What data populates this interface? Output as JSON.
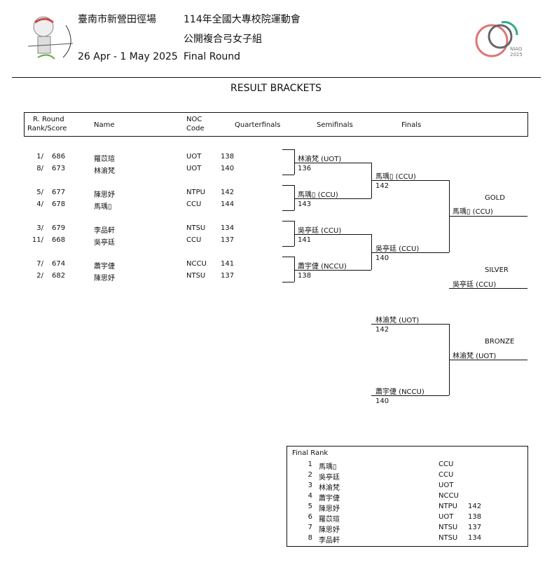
{
  "header": {
    "venue": "臺南市新營田徑場",
    "dates": "26 Apr - 1 May 2025",
    "event": "114年全國大專校院運動會",
    "division": "公開複合弓女子組",
    "round": "Final Round",
    "logo_text": [
      "NIAG",
      "2025"
    ]
  },
  "title": "RESULT BRACKETS",
  "columns": {
    "rank": "R. Round",
    "rank2": "Rank/Score",
    "name": "Name",
    "noc": "NOC",
    "noc2": "Code",
    "qf": "Quarterfinals",
    "sf": "Semifinals",
    "f": "Finals"
  },
  "seeds": [
    {
      "rank": "1/",
      "score": "686",
      "name": "羅苡瑄",
      "noc": "UOT",
      "qf": "138"
    },
    {
      "rank": "8/",
      "score": "673",
      "name": "林渝梵",
      "noc": "UOT",
      "qf": "140"
    },
    {
      "rank": "5/",
      "score": "677",
      "name": "陳思妤",
      "noc": "NTPU",
      "qf": "142"
    },
    {
      "rank": "4/",
      "score": "678",
      "name": "馬瑀▯",
      "noc": "CCU",
      "qf": "144"
    },
    {
      "rank": "3/",
      "score": "679",
      "name": "李品軒",
      "noc": "NTSU",
      "qf": "134"
    },
    {
      "rank": "11/",
      "score": "668",
      "name": "吳亭廷",
      "noc": "CCU",
      "qf": "137"
    },
    {
      "rank": "7/",
      "score": "674",
      "name": "蕭宇倢",
      "noc": "NCCU",
      "qf": "141"
    },
    {
      "rank": "2/",
      "score": "682",
      "name": "陳思妤",
      "noc": "NTSU",
      "qf": "137"
    }
  ],
  "semis": [
    {
      "name": "林渝梵 (UOT)",
      "score": "136"
    },
    {
      "name": "馬瑀▯ (CCU)",
      "score": "143"
    },
    {
      "name": "吳亭廷 (CCU)",
      "score": "141"
    },
    {
      "name": "蕭宇倢 (NCCU)",
      "score": "138"
    }
  ],
  "finals": [
    {
      "name": "馬瑀▯ (CCU)",
      "score": "142"
    },
    {
      "name": "吳亭廷 (CCU)",
      "score": "140"
    }
  ],
  "bronze_match": [
    {
      "name": "林渝梵 (UOT)",
      "score": "142"
    },
    {
      "name": "蕭宇倢 (NCCU)",
      "score": "140"
    }
  ],
  "medals": {
    "gold_label": "GOLD",
    "gold": "馬瑀▯ (CCU)",
    "silver_label": "SILVER",
    "silver": "吳亭廷 (CCU)",
    "bronze_label": "BRONZE",
    "bronze": "林渝梵 (UOT)"
  },
  "final_rank": {
    "title": "Final Rank",
    "rows": [
      {
        "rank": "1",
        "name": "馬瑀▯",
        "noc": "CCU",
        "score": ""
      },
      {
        "rank": "2",
        "name": "吳亭廷",
        "noc": "CCU",
        "score": ""
      },
      {
        "rank": "3",
        "name": "林渝梵",
        "noc": "UOT",
        "score": ""
      },
      {
        "rank": "4",
        "name": "蕭宇倢",
        "noc": "NCCU",
        "score": ""
      },
      {
        "rank": "5",
        "name": "陳思妤",
        "noc": "NTPU",
        "score": "142"
      },
      {
        "rank": "6",
        "name": "羅苡瑄",
        "noc": "UOT",
        "score": "138"
      },
      {
        "rank": "7",
        "name": "陳思妤",
        "noc": "NTSU",
        "score": "137"
      },
      {
        "rank": "8",
        "name": "李品軒",
        "noc": "NTSU",
        "score": "134"
      }
    ]
  }
}
